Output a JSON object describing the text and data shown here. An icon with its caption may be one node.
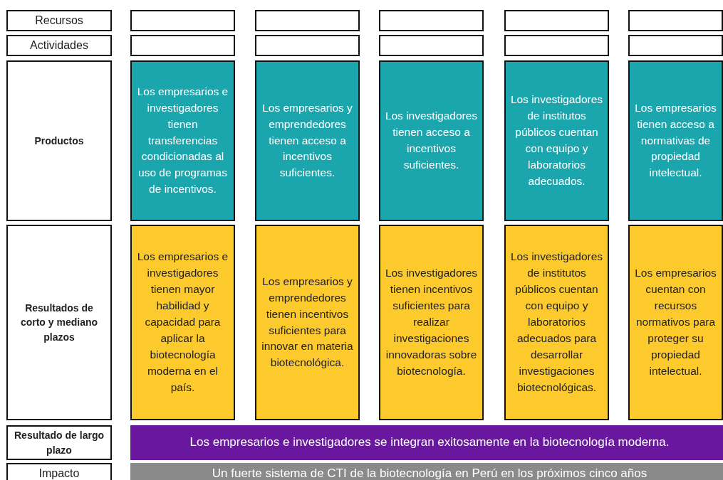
{
  "diagram": {
    "nodes": [
      {
        "text": [
          "Recursos"
        ]
      },
      {
        "text": [],
        "shape": "box"
      },
      {
        "text": [],
        "shape": "box"
      },
      {
        "text": [],
        "shape": "box"
      },
      {
        "text": [],
        "shape": "box"
      },
      {
        "text": [],
        "shape": "box"
      },
      {
        "text": [
          "Actividades"
        ]
      },
      {
        "text": [],
        "shape": "box"
      },
      {
        "text": [],
        "shape": "box"
      },
      {
        "text": [],
        "shape": "box"
      },
      {
        "text": [],
        "shape": "box"
      },
      {
        "text": [],
        "shape": "box"
      },
      {
        "text": [
          "Productos"
        ]
      },
      {
        "text": [
          "Los empresarios e investigadores tienen transferencias condicionadas al uso de programas de incentivos."
        ]
      },
      {
        "text": [
          "Los empresarios y emprendedores tienen acceso a incentivos suficientes."
        ]
      },
      {
        "text": [
          "Los investigadores tienen acceso a incentivos suficientes."
        ]
      },
      {
        "text": [
          "Los investigadores de institutos públicos cuentan con equipo y laboratorios adecuados."
        ]
      },
      {
        "text": [
          "Los empresarios tienen acceso a normativas de propiedad intelectual."
        ]
      },
      {
        "text": [
          "Resultados de corto y mediano plazos"
        ]
      },
      {
        "text": [
          "Los empresarios e investigadores tienen mayor habilidad y capacidad para aplicar la biotecnología moderna en el país."
        ]
      },
      {
        "text": [
          "Los empresarios y emprendedores tienen incentivos suficientes para innovar en materia biotecnológica."
        ]
      },
      {
        "text": [
          "Los investigadores tienen incentivos suficientes para realizar investigaciones innovadoras sobre biotecnología."
        ]
      },
      {
        "text": [
          "Los investigadores de institutos públicos cuentan con equipo y laboratorios adecuados para desarrollar investigaciones biotecnológicas."
        ]
      },
      {
        "text": [
          "Los empresarios cuentan con recursos normativos para proteger su propiedad intelectual."
        ]
      },
      {
        "text": [
          "Resultado de largo plazo"
        ]
      },
      {
        "text": [
          "Los empresarios e investigadores se integran exitosamente en la biotecnología moderna."
        ]
      },
      {
        "text": [
          "Impacto"
        ]
      },
      {
        "text": [
          "Un fuerte sistema de CTI de la biotecnología en Perú en los próximos cinco años"
        ]
      }
    ]
  }
}
